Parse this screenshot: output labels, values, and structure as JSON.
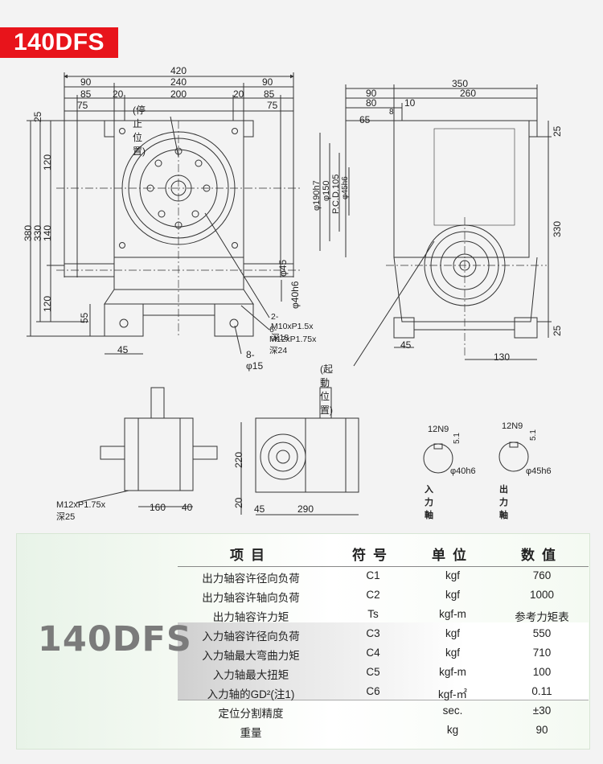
{
  "model": "140DFS",
  "drawing": {
    "front_view": {
      "dims_top": [
        "420",
        "90",
        "240",
        "90",
        "85",
        "20",
        "200",
        "20",
        "85",
        "75",
        "75"
      ],
      "dims_left": [
        "25",
        "120",
        "380",
        "330",
        "140",
        "120",
        "55"
      ],
      "dims_bottom": [
        "45"
      ],
      "callouts": [
        "(停止位置)",
        "2-M10xP1.5x深18",
        "6-M12xP1.75x深24",
        "8- φ15",
        "φ45",
        "φ40h6"
      ]
    },
    "side_view": {
      "dims_top": [
        "350",
        "90",
        "260",
        "80",
        "10",
        "8",
        "65"
      ],
      "dims_vertical": [
        "φ190h7",
        "φ150",
        "P.C.D.105",
        "φ45h6"
      ],
      "dims_right": [
        "25",
        "330",
        "25"
      ],
      "dims_bottom": [
        "45",
        "130"
      ],
      "callout": "(起動位置)"
    },
    "lower_views": {
      "callout": "M12xP1.75x深25",
      "dims_a": [
        "160",
        "40"
      ],
      "dims_b": [
        "220",
        "20",
        "45",
        "290"
      ]
    },
    "shafts": [
      {
        "key": "12N9",
        "depth": "5.1",
        "dia": "φ40h6",
        "label": "入力軸"
      },
      {
        "key": "12N9",
        "depth": "5.1",
        "dia": "φ45h6",
        "label": "出力軸"
      }
    ]
  },
  "spec": {
    "headers": {
      "item": "项目",
      "symbol": "符号",
      "unit": "单位",
      "value": "数值"
    },
    "rows": [
      {
        "item": "出力轴容许径向负荷",
        "symbol": "C1",
        "unit": "kgf",
        "value": "760"
      },
      {
        "item": "出力轴容许轴向负荷",
        "symbol": "C2",
        "unit": "kgf",
        "value": "1000"
      },
      {
        "item": "出力轴容许力矩",
        "symbol": "Ts",
        "unit": "kgf-m",
        "value": "参考力矩表"
      },
      {
        "item": "入力轴容许径向负荷",
        "symbol": "C3",
        "unit": "kgf",
        "value": "550"
      },
      {
        "item": "入力轴最大弯曲力矩",
        "symbol": "C4",
        "unit": "kgf",
        "value": "710"
      },
      {
        "item": "入力轴最大扭矩",
        "symbol": "C5",
        "unit": "kgf-m",
        "value": "100"
      },
      {
        "item": "入力轴的GD²(注1)",
        "symbol": "C6",
        "unit": "kgf-㎡",
        "value": "0.11"
      },
      {
        "item": "定位分割精度",
        "symbol": "",
        "unit": "sec.",
        "value": "±30"
      },
      {
        "item": "重量",
        "symbol": "",
        "unit": "kg",
        "value": "90"
      }
    ]
  }
}
